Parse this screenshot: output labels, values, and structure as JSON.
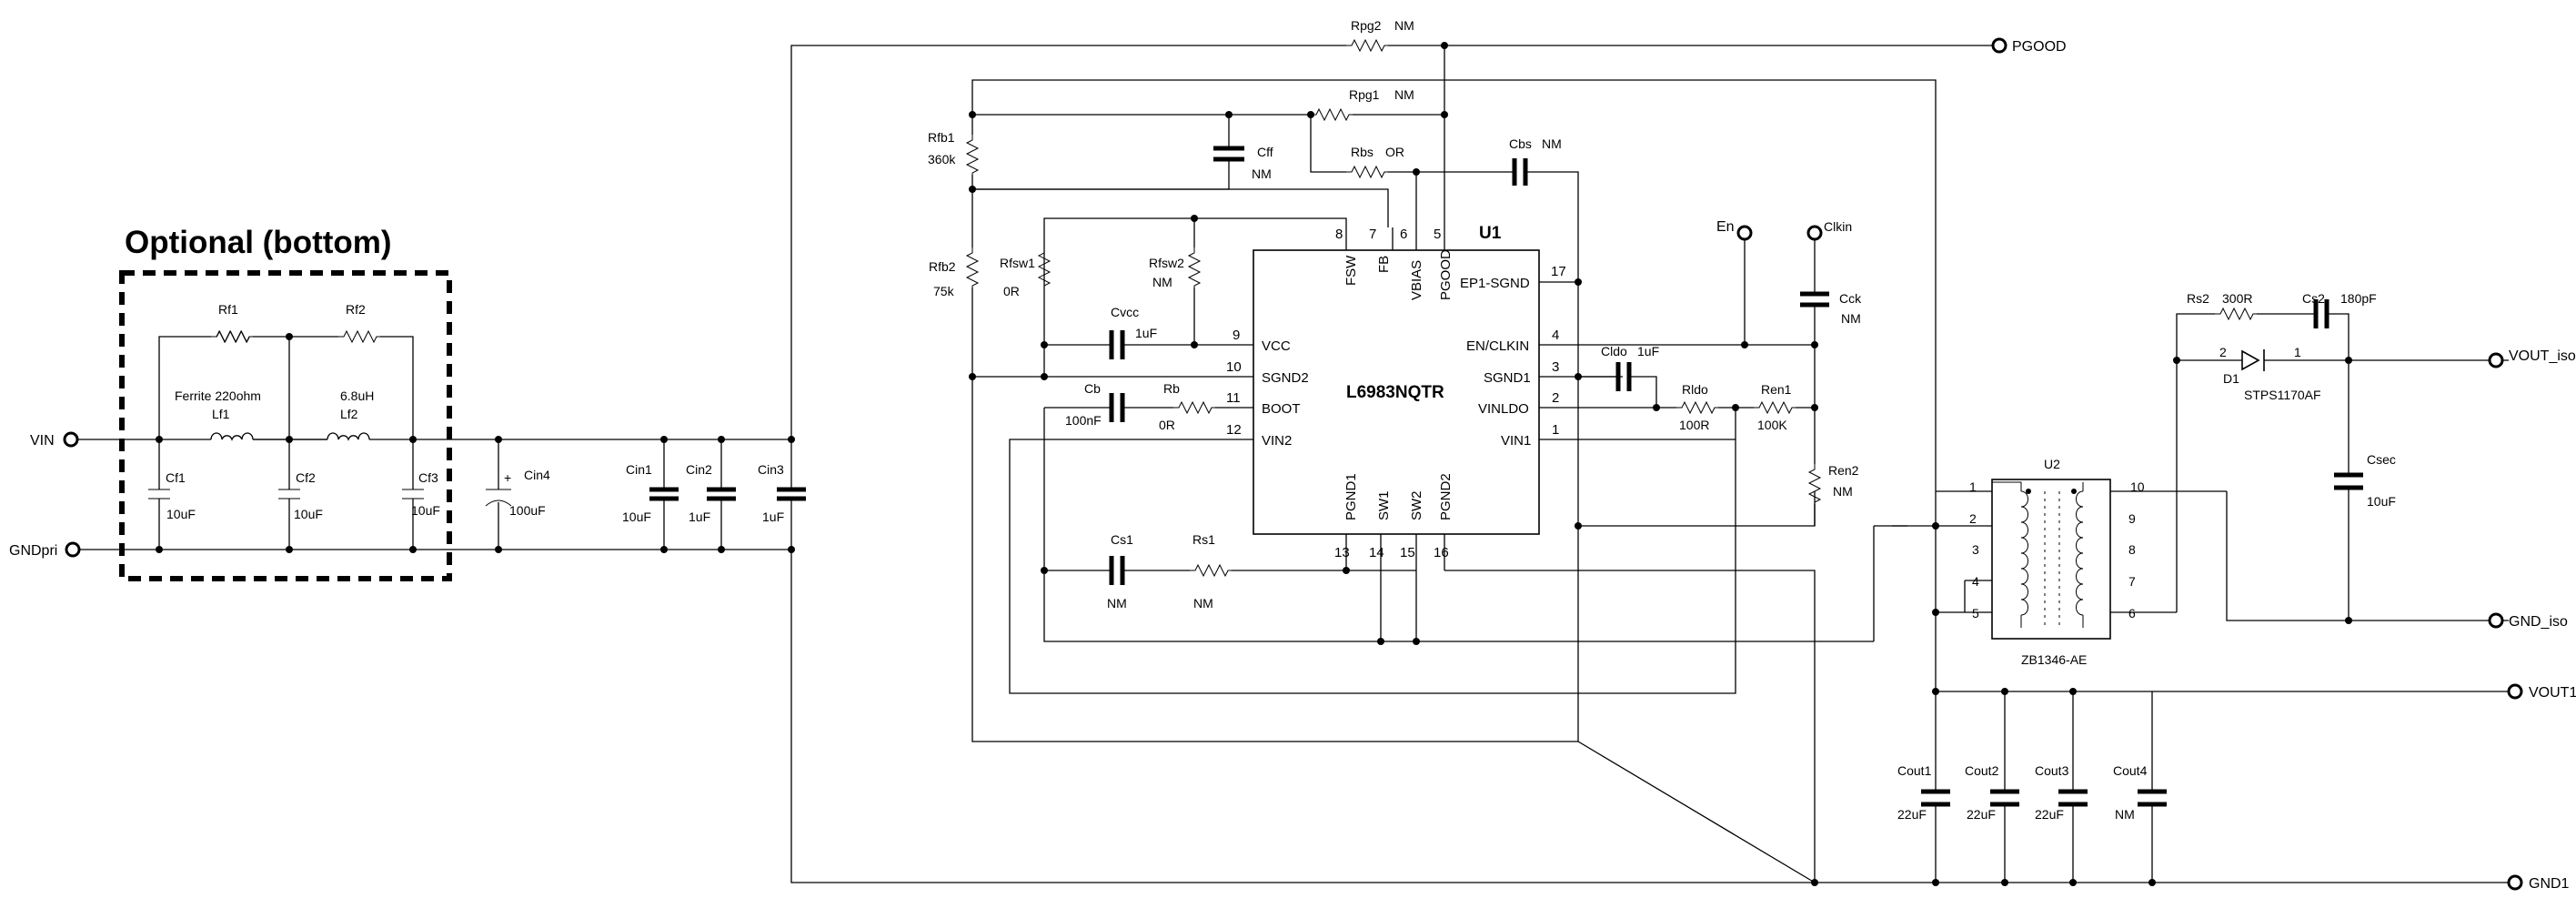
{
  "optional_title": "Optional (bottom)",
  "ic": {
    "name": "U1",
    "part": "L6983NQTR"
  },
  "ic_pins": {
    "p8": "8",
    "fsw": "FSW",
    "p7": "7",
    "fb": "FB",
    "p6": "6",
    "vbias": "VBIAS",
    "p5": "5",
    "pgood": "PGOOD",
    "p17": "17",
    "ep1": "EP1-SGND",
    "p4": "4",
    "enclk": "EN/CLKIN",
    "p3": "3",
    "sgnd1": "SGND1",
    "p2": "2",
    "vinldo": "VINLDO",
    "p1": "1",
    "vin1": "VIN1",
    "p9": "9",
    "vcc": "VCC",
    "p10": "10",
    "sgnd2": "SGND2",
    "p11": "11",
    "boot": "BOOT",
    "p12": "12",
    "vin2": "VIN2",
    "p13": "13",
    "pgnd1": "PGND1",
    "p14": "14",
    "sw1": "SW1",
    "p15": "15",
    "sw2": "SW2",
    "p16": "16",
    "pgnd2": "PGND2"
  },
  "nets": {
    "vin": "VIN",
    "gndpri": "GNDpri",
    "pgood": "PGOOD",
    "en": "En",
    "clkin": "Clkin",
    "vout_iso": "VOUT_iso",
    "gnd_iso": "GND_iso",
    "vout1": "VOUT1",
    "gnd1": "GND1"
  },
  "parts": {
    "rf1": "Rf1",
    "rf2": "Rf2",
    "lf1_val": "Ferrite 220ohm",
    "lf1": "Lf1",
    "lf2_val": "6.8uH",
    "lf2": "Lf2",
    "cf1": "Cf1",
    "cf1_val": "10uF",
    "cf2": "Cf2",
    "cf2_val": "10uF",
    "cf3": "Cf3",
    "cf3_val": "10uF",
    "cin4": "Cin4",
    "cin4_val": "100uF",
    "cin4_plus": "+",
    "cin1": "Cin1",
    "cin1_val": "10uF",
    "cin2": "Cin2",
    "cin2_val": "1uF",
    "cin3": "Cin3",
    "cin3_val": "1uF",
    "rpg2": "Rpg2",
    "rpg2_val": "NM",
    "rpg1": "Rpg1",
    "rpg1_val": "NM",
    "rbs": "Rbs",
    "rbs_val": "OR",
    "cbs": "Cbs",
    "cbs_val": "NM",
    "cff": "Cff",
    "cff_val": "NM",
    "rfb1": "Rfb1",
    "rfb1_val": "360k",
    "rfb2": "Rfb2",
    "rfb2_val": "75k",
    "rfsw1": "Rfsw1",
    "rfsw1_val": "0R",
    "rfsw2": "Rfsw2",
    "rfsw2_val": "NM",
    "cvcc": "Cvcc",
    "cvcc_val": "1uF",
    "cb": "Cb",
    "cb_val": "100nF",
    "rb": "Rb",
    "rb_val": "0R",
    "cs1": "Cs1",
    "cs1_val": "NM",
    "rs1": "Rs1",
    "rs1_val": "NM",
    "cldo": "Cldo",
    "cldo_val": "1uF",
    "rldo": "Rldo",
    "rldo_val": "100R",
    "ren1": "Ren1",
    "ren1_val": "100K",
    "ren2": "Ren2",
    "ren2_val": "NM",
    "cck": "Cck",
    "cck_val": "NM",
    "u2": "U2",
    "u2_part": "ZB1346-AE",
    "t1": "1",
    "t2": "2",
    "t3": "3",
    "t4": "4",
    "t5": "5",
    "t6": "6",
    "t7": "7",
    "t8": "8",
    "t9": "9",
    "t10": "10",
    "rs2": "Rs2",
    "rs2_val": "300R",
    "cs2": "Cs2",
    "cs2_val": "180pF",
    "d1": "D1",
    "d1_part": "STPS1170AF",
    "d1_p2": "2",
    "d1_p1": "1",
    "csec": "Csec",
    "csec_val": "10uF",
    "cout1": "Cout1",
    "cout1_val": "22uF",
    "cout2": "Cout2",
    "cout2_val": "22uF",
    "cout3": "Cout3",
    "cout3_val": "22uF",
    "cout4": "Cout4",
    "cout4_val": "NM"
  }
}
